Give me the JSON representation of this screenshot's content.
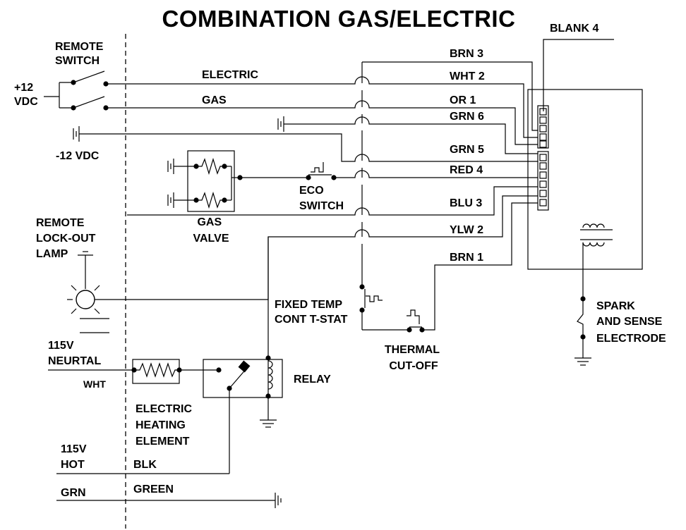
{
  "title": "COMBINATION GAS/ELECTRIC",
  "labels": {
    "remote_switch": [
      "REMOTE",
      "SWITCH"
    ],
    "plus12": [
      "+12",
      "VDC"
    ],
    "minus12": "-12 VDC",
    "electric": "ELECTRIC",
    "gas": "GAS",
    "eco_switch": [
      "ECO",
      "SWITCH"
    ],
    "gas_valve": [
      "GAS",
      "VALVE"
    ],
    "remote_lamp": [
      "REMOTE",
      "LOCK-OUT",
      "LAMP"
    ],
    "fixed_temp": [
      "FIXED TEMP",
      "CONT T-STAT"
    ],
    "thermal_cutoff": [
      "THERMAL",
      "CUT-OFF"
    ],
    "neutral": [
      "115V",
      "NEURTAL"
    ],
    "wht": "WHT",
    "heating_element": [
      "ELECTRIC",
      "HEATING",
      "ELEMENT"
    ],
    "relay": "RELAY",
    "hot": [
      "115V",
      "HOT"
    ],
    "blk": "BLK",
    "grn": "GRN",
    "green": "GREEN",
    "spark": [
      "SPARK",
      "AND SENSE",
      "ELECTRODE"
    ],
    "blank4": "BLANK 4"
  },
  "wires": {
    "brn3": "BRN 3",
    "wht2": "WHT 2",
    "or1": "OR 1",
    "grn6": "GRN 6",
    "grn5": "GRN 5",
    "red4": "RED 4",
    "blu3": "BLU 3",
    "ylw2": "YLW 2",
    "brn1": "BRN 1"
  }
}
